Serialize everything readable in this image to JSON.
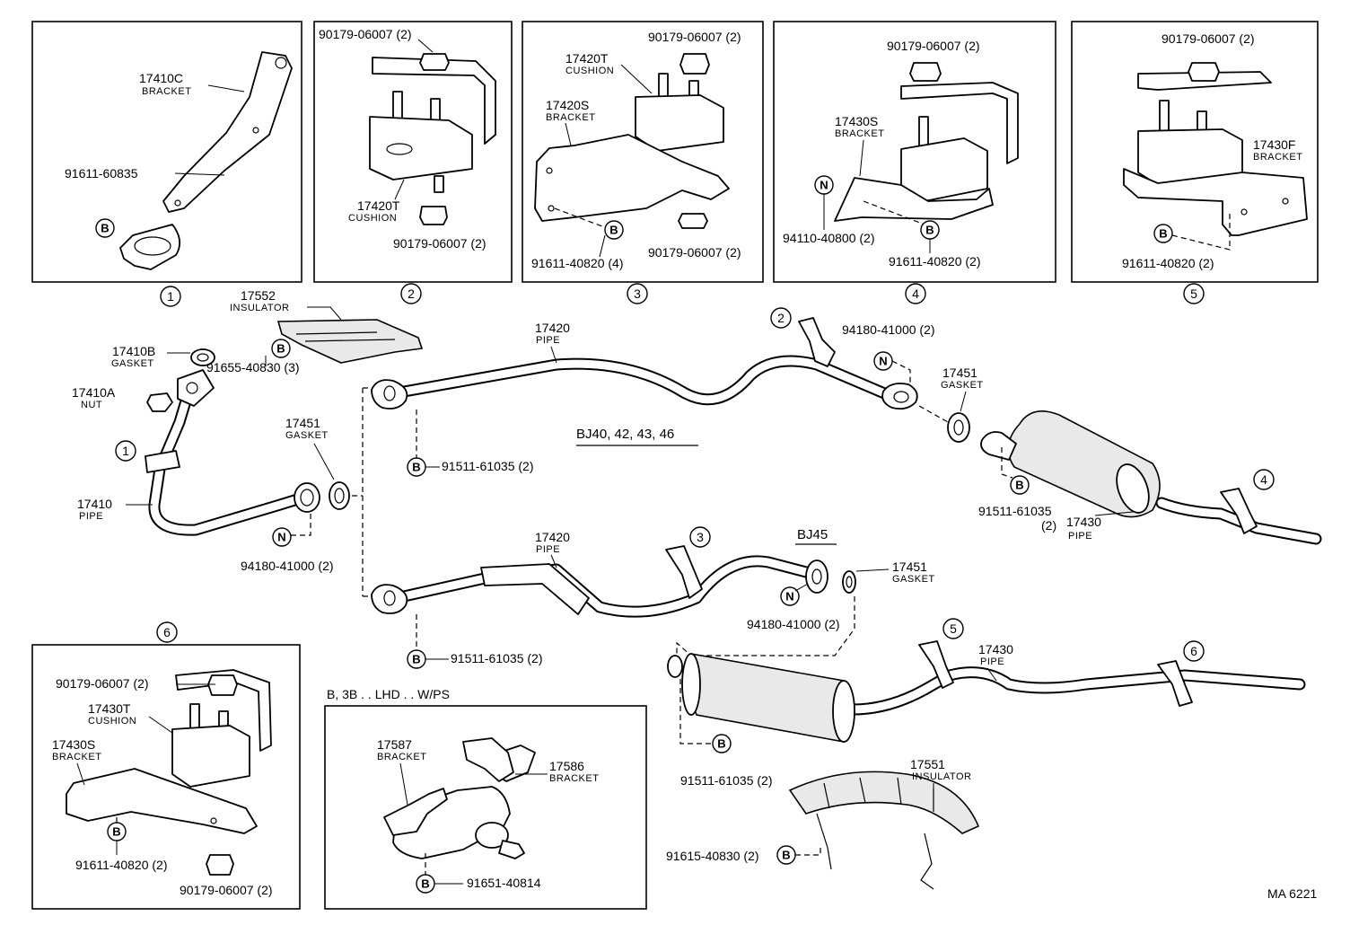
{
  "inset1": {
    "bracket_pn": "17410C",
    "bracket_nm": "BRACKET",
    "bolt_pn": "91611-60835",
    "bolt_mark": "B",
    "index": "1"
  },
  "inset2": {
    "nut_top": "90179-06007 (2)",
    "cushion_pn": "17420T",
    "cushion_nm": "CUSHION",
    "nut_bottom": "90179-06007 (2)",
    "index": "2"
  },
  "inset3": {
    "nut_top": "90179-06007 (2)",
    "cushion_pn": "17420T",
    "cushion_nm": "CUSHION",
    "bracket_pn": "17420S",
    "bracket_nm": "BRACKET",
    "bolt_pn": "91611-40820 (4)",
    "bolt_mark": "B",
    "nut_bottom": "90179-06007 (2)",
    "index": "3"
  },
  "inset4": {
    "nut_top": "90179-06007 (2)",
    "bracket_pn": "17430S",
    "bracket_nm": "BRACKET",
    "nut_mark": "N",
    "nut_pn": "94110-40800 (2)",
    "bolt_mark": "B",
    "bolt_pn": "91611-40820 (2)",
    "index": "4"
  },
  "inset5": {
    "nut_top": "90179-06007 (2)",
    "bracket_pn": "17430F",
    "bracket_nm": "BRACKET",
    "bolt_mark": "B",
    "bolt_pn": "91611-40820 (2)",
    "index": "5"
  },
  "inset6": {
    "index": "6",
    "nut_top": "90179-06007 (2)",
    "cushion_pn": "17430T",
    "cushion_nm": "CUSHION",
    "bracket_pn": "17430S",
    "bracket_nm": "BRACKET",
    "bolt_mark": "B",
    "bolt_pn": "91611-40820 (2)",
    "nut_bottom": "90179-06007 (2)"
  },
  "inset7": {
    "title": "B, 3B . . LHD . . W/PS",
    "bracket_a_pn": "17587",
    "bracket_a_nm": "BRACKET",
    "bracket_b_pn": "17586",
    "bracket_b_nm": "BRACKET",
    "bolt_mark": "B",
    "bolt_pn": "91651-40814"
  },
  "main": {
    "insulator_pn": "17552",
    "insulator_nm": "INSULATOR",
    "insulator_bolt_mark": "B",
    "insulator_bolt_pn": "91655-40830 (3)",
    "gasket_pn": "17410B",
    "gasket_nm": "GASKET",
    "nut_pn": "17410A",
    "nut_nm": "NUT",
    "front_index": "1",
    "front_pipe_pn": "17410",
    "front_pipe_nm": "PIPE",
    "front_nut_mark": "N",
    "front_nut_pn": "94180-41000 (2)",
    "gasket2_pn": "17451",
    "gasket2_nm": "GASKET",
    "variant_a": "BJ40, 42, 43, 46",
    "variant_b": "BJ45",
    "pipe_a_pn": "17420",
    "pipe_a_nm": "PIPE",
    "pipe_a_bolt_mark": "B",
    "pipe_a_bolt_pn": "91511-61035 (2)",
    "pipe_a_index": "2",
    "pipe_a_nut_mark": "N",
    "pipe_a_nut_pn": "94180-41000 (2)",
    "gasket3_pn": "17451",
    "gasket3_nm": "GASKET",
    "muffler_a_bolt_mark": "B",
    "muffler_a_bolt_pn": "91511-61035",
    "muffler_a_bolt_qty": "(2)",
    "tail_a_pn": "17430",
    "tail_a_nm": "PIPE",
    "tail_a_index": "4",
    "pipe_b_pn": "17420",
    "pipe_b_nm": "PIPE",
    "pipe_b_index": "3",
    "pipe_b_bolt_mark": "B",
    "pipe_b_bolt_pn": "91511-61035 (2)",
    "pipe_b_nut_mark": "N",
    "pipe_b_nut_pn": "94180-41000 (2)",
    "gasket4_pn": "17451",
    "gasket4_nm": "GASKET",
    "tail_b_index_a": "5",
    "tail_b_index_b": "6",
    "tail_b_pn": "17430",
    "tail_b_nm": "PIPE",
    "muffler_b_bolt_mark": "B",
    "muffler_b_bolt_pn": "91511-61035 (2)",
    "insulator2_pn": "17551",
    "insulator2_nm": "INSULATOR",
    "insulator2_bolt_pn": "91615-40830 (2)",
    "insulator2_bolt_mark": "B"
  },
  "footer": {
    "code": "MA  6221"
  }
}
